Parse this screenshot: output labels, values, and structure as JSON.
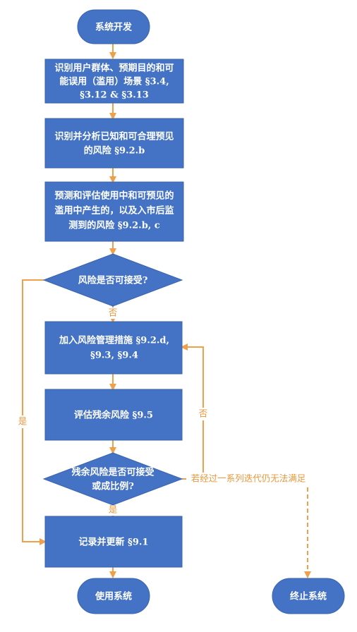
{
  "nodes": {
    "start": "系统开发",
    "identify": [
      "识别用户群体、预期目的和可",
      "能误用（滥用）场景 §3.4,",
      "§3.12 & §3.13"
    ],
    "analyze": [
      "识别并分析已知和可合理预见",
      "的风险 §9.2.b"
    ],
    "estimate": [
      "预测和评估使用中和可预见的",
      "滥用中产生的，以及入市后监",
      "测到的风险 §9.2.b, c"
    ],
    "decision1": "风险是否可接受?",
    "measures": [
      "加入风险管理措施 §9.2.d,",
      "§9.3, §9.4"
    ],
    "residual": "评估残余风险 §9.5",
    "decision2": [
      "残余风险是否可接受",
      "或成比例?"
    ],
    "record": "记录并更新 §9.1",
    "use": "使用系统",
    "terminate": "终止系统"
  },
  "edge_labels": {
    "no1": "否",
    "yes1": "是",
    "no2": "否",
    "yes2": "是",
    "fail": "若经过一系列迭代仍无法满足"
  },
  "colors": {
    "node_fill": "#4472c4",
    "node_stroke": "#3a63ad",
    "arrow": "#f0a04b",
    "label": "#e8973b"
  }
}
